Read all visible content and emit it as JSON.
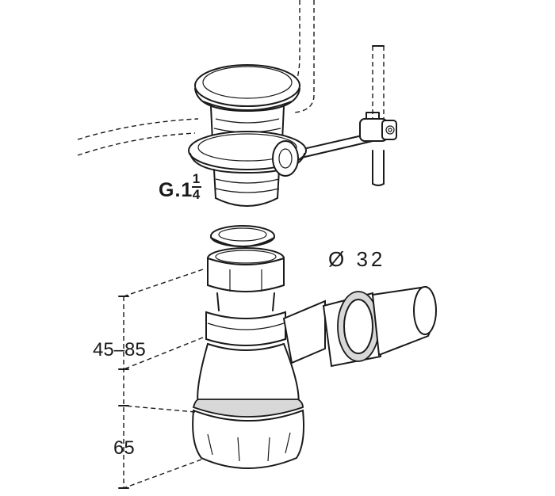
{
  "labels": {
    "thread_prefix": "G.1",
    "thread_numerator": "1",
    "thread_denominator": "4",
    "diameter": "Ø 32",
    "height_range": "45–85",
    "bottom_height": "65"
  }
}
